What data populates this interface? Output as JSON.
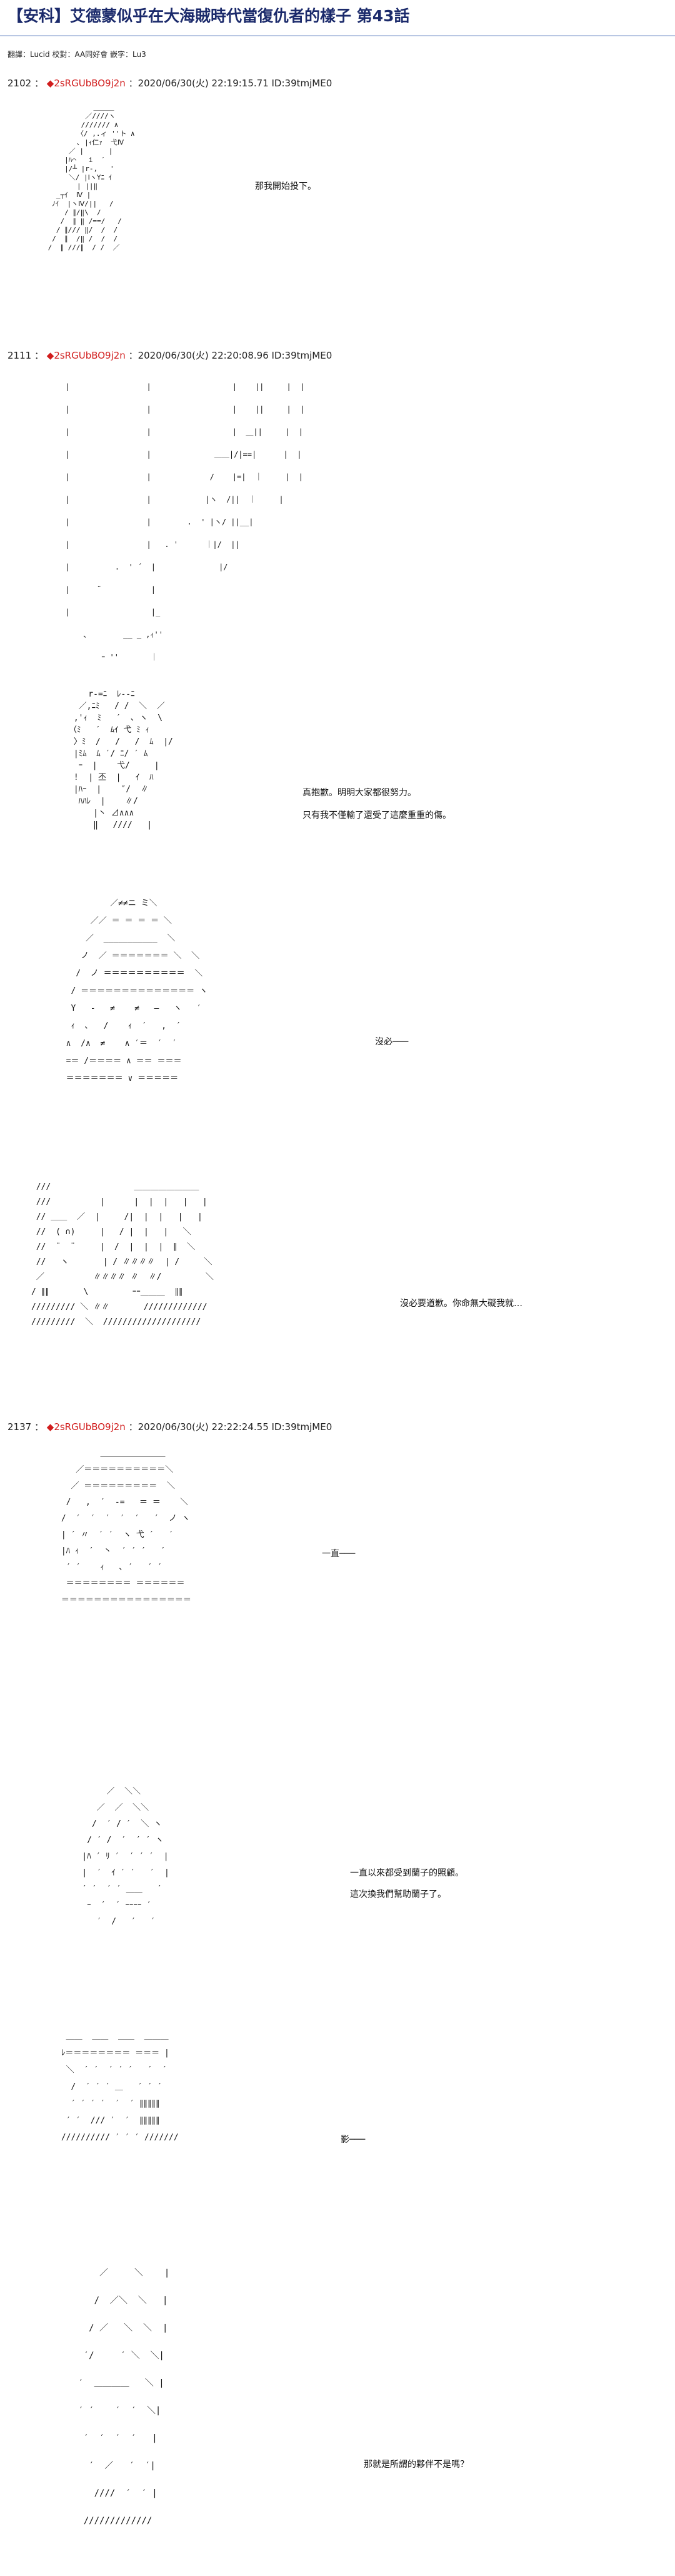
{
  "title": "【安科】艾德蒙似乎在大海賊時代當復仇者的樣子 第43話",
  "credits": "翻譯：Lucid 校對：AA同好會 嵌字：Lu3",
  "posts": [
    {
      "number": "2102",
      "sep": "：",
      "marker": "◆",
      "name": "2sRGUbBO9j2n",
      "meta": "：2020/06/30(火) 22:19:15.71 ID:39tmjME0"
    },
    {
      "number": "2111",
      "sep": "：",
      "marker": "◆",
      "name": "2sRGUbBO9j2n",
      "meta": "：2020/06/30(火) 22:20:08.96 ID:39tmjME0"
    },
    {
      "number": "2137",
      "sep": "：",
      "marker": "◆",
      "name": "2sRGUbBO9j2n",
      "meta": "：2020/06/30(火) 22:22:24.55 ID:39tmjME0"
    }
  ],
  "dialogue": {
    "p1": "那我開始投下。",
    "p2a": "真抱歉。明明大家都很努力。",
    "p2b": "只有我不僅輸了還受了這麼重重的傷。",
    "p3": "沒必───",
    "p4": "沒必要道歉。你命無大礙我就…",
    "p5": "一直───",
    "p6a": "一直以來都受到蘭子的照顧。",
    "p6b": "這次換我們幫助蘭子了。",
    "p7": "影───",
    "p8": "那就是所謂的夥伴不是嗎？"
  },
  "art": {
    "a1": "            ＿＿＿\n          ／////ヽ\n         /////// ∧\n        〈/ ,.ィ ''ト ∧\n        ､ |ｨ仁ｧ  弋Ⅳ\n      ／ |      |\n     |ﾊ⌒   i  ′\n     |/┴ |r‐,   '\n      ＼/ |ⅠヽYﾆ ｲ\n        | ||‖\n   _┬ｲ  Ⅳ |\n  ﾉｲ  |ヽⅣ/||   /\n     / ∥/‖\\  /\n    /  ∥ ‖ /==/   /\n   / ∥/// ‖/  /  /\n  /  ∥  /‖ /  /  /\n /  ∥ ///∥  / /  ／\n",
    "a2": "  |                 |                  |    ||     |  |\n  |                 |                  |    ||     |  |\n  |                 |                  |  ＿||     |  |\n  |                 |              ＿＿|/|==|      |  |\n  |                 |             /    |=|  ｜     |  |\n  |                 |            |ヽ  /||  ｜     |\n  |                 |        .  ' |ヽ/ ||__|\n  |                 |   . '      ｜|/  ||\n  |          .  ' ´  |              |/\n  |      ¨           |\n  |                  |_\n      ､        __ _ ,ｨ''\n          ｰ ''       ｜\n",
    "a3": "    r-=ﾆ  ﾚ--ﾆ\n  ／,ﾆﾐ   / /  ＼  ／\n ,'ｨ  ﾐ   ′  ､ ヽ  \\\n（ﾐ   ′  ﾑｲ 弋 ﾐ ｨ\n 〉ﾐ  /   /   /  ﾑ  |/\n |ﾐﾑ  ﾑ ′/ ﾆ/ ′ ﾑ\n  ｰ  |    弋/     |\n !  | 丕  |   ｲ  ﾊ\n |ﾊｰ  |    ″/  ∥\n  ﾊﾊﾚ  |    ∥/\n     |丶 ⊿∧∧∧\n     ‖   ////   |\n",
    "a4": "           ／≠≠ニ ミ＼\n       ／／ ＝ ＝ ＝ ＝ ＼\n      ／  ___________  ＼\n     ノ  ／ ＝＝＝＝＝＝＝ ＼  ＼\n    /  ノ ＝＝＝＝＝＝＝＝＝＝  ＼\n   / ＝＝＝＝＝＝＝＝＝＝＝＝＝＝ ヽ\n   Y   -   ≠    ≠   ―   ヽ   ′\n   ｨ  ､   /    ｨ  ′   ,  ′\n  ∧  /∧  ≠    ∧ ′＝  ′  ′\n  =＝ /＝＝＝＝ ∧ ＝＝ ＝＝＝\n  ＝＝＝＝＝＝＝ ∨ ＝＝＝＝＝\n",
    "a5": " ///                 ＿＿＿＿＿＿＿＿\n ///          |      |  |  |   |   |\n // ＿＿  ／  |     /|  |  |   |   |\n //  ( ∩)     |   / |  |   |   ＼\n //  ¨  ¨     |  /  |  |  |  ∥  ＼\n //   ヽ       | / ∥∥∥∥  | /     ＼\n ／          ∥∥∥∥ ∥  ∥/         ＼\n/ ∥∥       \\         ｰｰ＿＿＿  ∥∥\n///////// ＼ ∥∥       /////////////\n/////////  ＼  ////////////////////\n",
    "a6": "         ＿＿＿＿＿＿＿＿\n    ／＝＝＝＝＝＝＝＝＝＝＼\n   ／ ＝＝＝＝＝＝＝＝＝  ＼\n  /   ,  ′  ‐=   ＝ ＝    ＼\n /  ′  ′  ′  ′  ′   ′  ノ ヽ\n | ′ 〃  ′ ′  ヽ 弋 ′   ′\n |ﾊ ｨ  ′  丶  ′ ′ ′   ′\n  ′ ′    ｨ   ､ ′   ′ ′\n  ＝＝＝＝＝＝＝＝ ＝＝＝＝＝＝\n ＝＝＝＝＝＝＝＝＝＝＝＝＝＝＝＝\n",
    "a7": "         ／  ＼＼\n       ／  ／  ＼＼\n      /  ′ / ′  ＼ ヽ\n     / ′ /  ′  ′ ′ ヽ\n    |ﾊ ′ ﾘ ′  ′ ′ ′  |\n    |  ′  ｲ ′ ′   ′  |\n    ′ ′  ′ ′ ＿＿   ′\n     ｰ  ′  ′ ｰｰｰｰ ′\n       ′  /   ′   ′\n",
    "a8": "  ＿＿  ＿＿  ＿＿  ＿＿＿\n ﾚ＝＝＝＝＝＝＝＝ ＝＝＝ |\n  ＼  ′ ′  ′ ′ ′   ′  ′\n   /  ′ ′ ′ ＿   ′ ′ ′\n   ′ ′ ′ ′  ′  ′ ∥∥∥∥∥\n  ′ ′  /// ′  ′  ∥∥∥∥∥\n ////////// ′ ′ ′ ///////\n",
    "a9": "       ／     ＼    |\n      /  ／＼  ＼   |\n     / ／   ＼  ＼  |\n    ′/     ′ ＼  ＼|\n   ′  ＿＿＿＿   ＼ |\n   ′ ′    ′  ′  ＼|\n    ′  ′  ′  ′   |\n     ′  ／   ′  ′|\n      ////  ′  ′ |\n    /////////////\n"
  }
}
